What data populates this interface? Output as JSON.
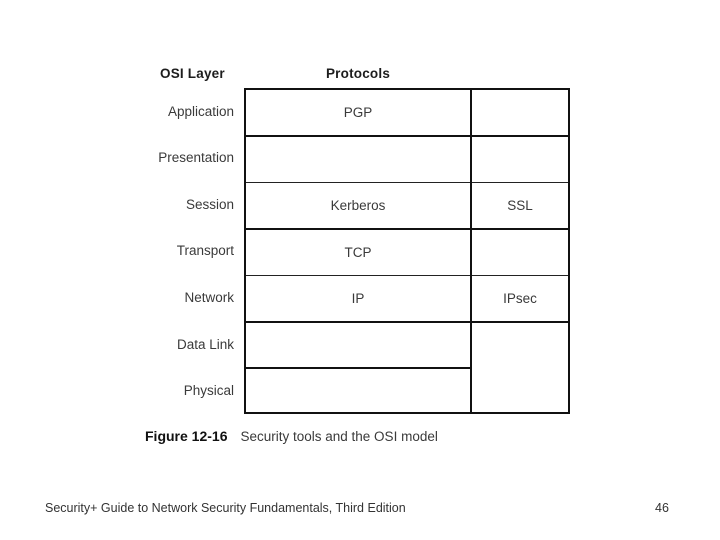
{
  "slide": {
    "background_color": "#ffffff",
    "text_color": "#3a3a3a",
    "line_color": "#111111"
  },
  "figure": {
    "headers": {
      "layer_column": "OSI Layer",
      "protocol_column": "Protocols"
    },
    "rows": [
      {
        "layer": "Application",
        "protocol": "PGP",
        "security_tool": ""
      },
      {
        "layer": "Presentation",
        "protocol": "",
        "security_tool": ""
      },
      {
        "layer": "Session",
        "protocol": "Kerberos",
        "security_tool": "SSL"
      },
      {
        "layer": "Transport",
        "protocol": "TCP",
        "security_tool": ""
      },
      {
        "layer": "Network",
        "protocol": "IP",
        "security_tool": "IPsec"
      },
      {
        "layer": "Data Link",
        "protocol": "",
        "security_tool": ""
      },
      {
        "layer": "Physical",
        "protocol": "",
        "security_tool": ""
      }
    ],
    "caption_number": "Figure 12-16",
    "caption_text": "Security tools and the OSI model"
  },
  "footer": {
    "book_title": "Security+ Guide to Network Security Fundamentals, Third Edition",
    "page_number": "46"
  }
}
